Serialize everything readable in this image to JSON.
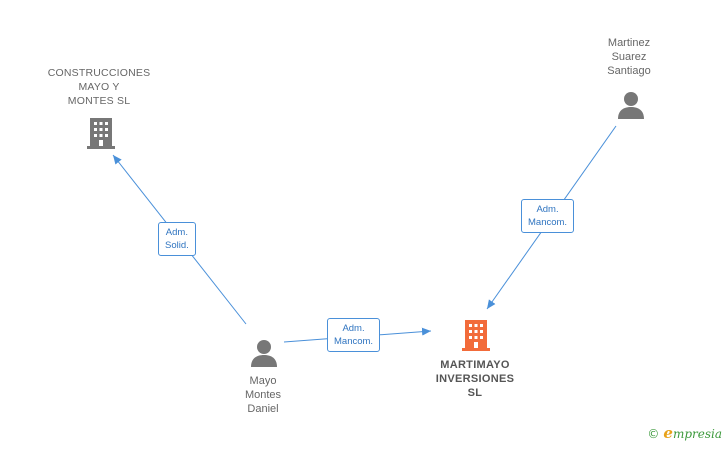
{
  "nodes": {
    "construcciones": {
      "lines": [
        "CONSTRUCCIONES",
        "MAYO Y",
        "MONTES  SL"
      ],
      "type": "company",
      "color": "#777777"
    },
    "martinez": {
      "lines": [
        "Martinez",
        "Suarez",
        "Santiago"
      ],
      "type": "person",
      "color": "#777777"
    },
    "mayo": {
      "lines": [
        "Mayo",
        "Montes",
        "Daniel"
      ],
      "type": "person",
      "color": "#777777"
    },
    "martimayo": {
      "lines": [
        "MARTIMAYO",
        "INVERSIONES",
        "SL"
      ],
      "type": "company",
      "color": "#f26b3a"
    }
  },
  "edges": [
    {
      "from": "mayo",
      "to": "construcciones",
      "lines": [
        "Adm.",
        "Solid."
      ]
    },
    {
      "from": "mayo",
      "to": "martimayo",
      "lines": [
        "Adm.",
        "Mancom."
      ]
    },
    {
      "from": "martinez",
      "to": "martimayo",
      "lines": [
        "Adm.",
        "Mancom."
      ]
    }
  ],
  "colors": {
    "edge": "#4a90d9",
    "label_text": "#2f74c0"
  },
  "brand": {
    "copyright": "©",
    "initial": "e",
    "rest": "mpresia"
  }
}
